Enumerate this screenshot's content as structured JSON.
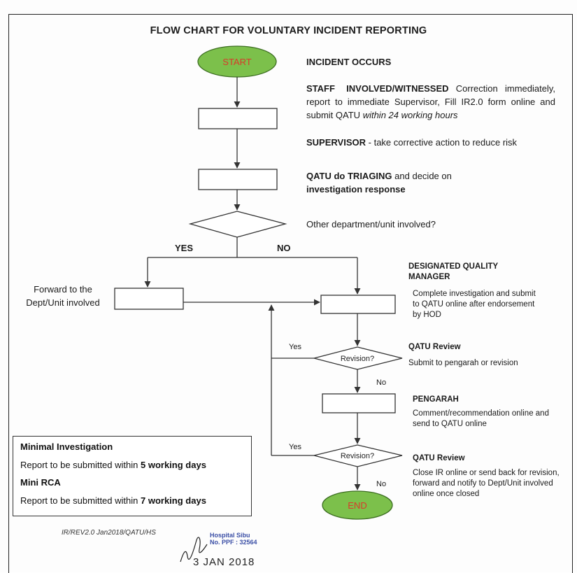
{
  "title": "FLOW CHART FOR VOLUNTARY INCIDENT REPORTING",
  "nodes": {
    "start": "START",
    "end": "END",
    "revision_1": "Revision?",
    "revision_2": "Revision?"
  },
  "edge_labels": {
    "yes_left": "YES",
    "no_right": "NO",
    "yes_1": "Yes",
    "no_1": "No",
    "yes_2": "Yes",
    "no_2": "No"
  },
  "steps": {
    "incident_occurs": "INCIDENT OCCURS",
    "staff_heading": "STAFF INVOLVED/WITNESSED",
    "staff_text_1": "Correction immediately, report to immediate Supervisor, Fill IR2.0 form online and submit QATU",
    "staff_text_italic": "within 24 working hours",
    "supervisor_heading": "SUPERVISOR",
    "supervisor_text": "- take corrective action to reduce risk",
    "qatu_prefix": "QATU do",
    "qatu_triaging": "TRIAGING",
    "qatu_middle": "and decide on",
    "qatu_investigation": "investigation response",
    "other_dept": "Other department/unit involved?",
    "forward": "Forward to the Dept/Unit involved",
    "dqm_heading": "DESIGNATED QUALITY MANAGER",
    "dqm_text": "Complete investigation and submit to QATU online after endorsement by HOD",
    "qatu_review_1": "QATU Review",
    "qatu_review_1_text": "Submit to pengarah or revision",
    "pengarah_heading": "PENGARAH",
    "pengarah_text": "Comment/recommendation online and send to QATU online",
    "qatu_review_2": "QATU Review",
    "qatu_review_2_text": "Close IR online or send back for revision, forward and notify to Dept/Unit involved online once closed"
  },
  "legend": {
    "minimal_heading": "Minimal Investigation",
    "minimal_text_prefix": "Report to be submitted within",
    "minimal_days": "5 working days",
    "mini_rca_heading": "Mini RCA",
    "mini_rca_text_prefix": "Report to be submitted within",
    "mini_rca_days": "7 working days"
  },
  "footer": {
    "doc_ref": "IR/REV2.0 Jan2018/QATU/HS",
    "stamp_line_1": "Hospital Sibu",
    "stamp_line_2": "No. PPF : 32564",
    "date": "3 JAN 2018"
  },
  "colors": {
    "start_end_fill": "#7cc04b",
    "start_end_text": "#d93a2b",
    "line": "#333333"
  }
}
